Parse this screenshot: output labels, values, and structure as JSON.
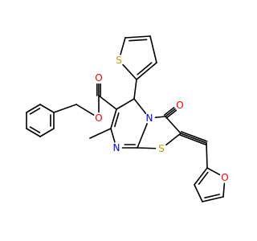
{
  "colors": {
    "background": "#ffffff",
    "bond": "#000000",
    "oxygen": "#ff0000",
    "nitrogen": "#0000ff",
    "sulfur": "#b8a000"
  },
  "atoms": [
    {
      "id": "o_ester_carbonyl",
      "label": "O",
      "element": "oxygen"
    },
    {
      "id": "o_ester_link",
      "label": "O",
      "element": "oxygen"
    },
    {
      "id": "o_ketone",
      "label": "O",
      "element": "oxygen"
    },
    {
      "id": "o_furan",
      "label": "O",
      "element": "oxygen"
    },
    {
      "id": "n_bridge",
      "label": "N",
      "element": "nitrogen"
    },
    {
      "id": "n_ring",
      "label": "N",
      "element": "nitrogen"
    },
    {
      "id": "s_thiophene",
      "label": "S",
      "element": "sulfur"
    },
    {
      "id": "s_thiazole",
      "label": "S",
      "element": "sulfur"
    }
  ]
}
